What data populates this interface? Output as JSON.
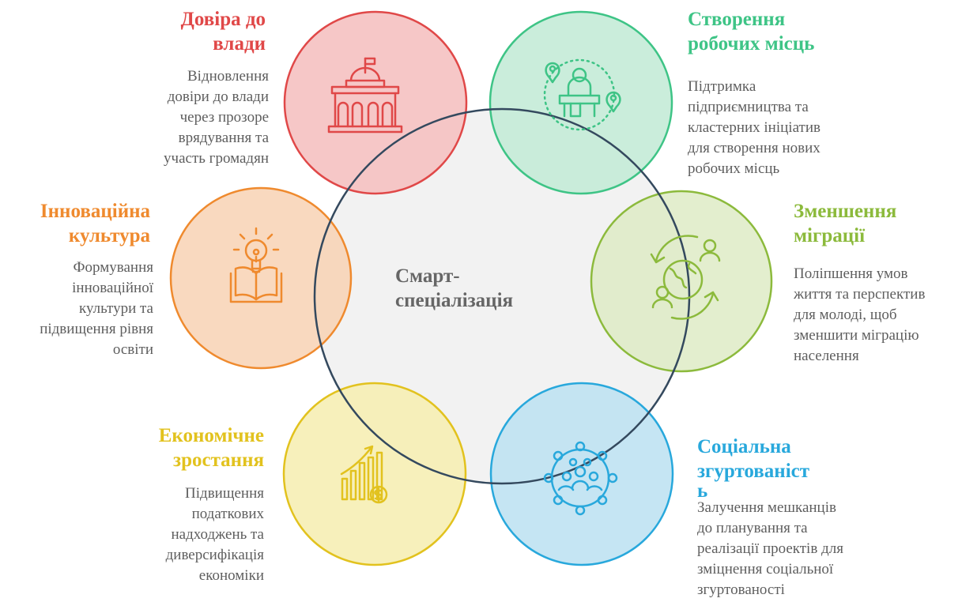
{
  "center": {
    "label_line1": "Смарт-",
    "label_line2": "спеціалізація",
    "stroke": "#34495e",
    "fill": "#f2f2f2"
  },
  "nodes": [
    {
      "id": "trust",
      "icon": "parliament-building-icon",
      "color": "#e04848",
      "fill": "#f5c2c2",
      "title_lines": [
        "Довіра до",
        "влади"
      ],
      "desc_lines": [
        "Відновлення",
        "довіри до влади",
        "через прозоре",
        "врядування та",
        "участь громадян"
      ]
    },
    {
      "id": "jobs",
      "icon": "workplace-location-icon",
      "color": "#3ec486",
      "fill": "#c6ebd8",
      "title_lines": [
        "Створення",
        "робочих місць"
      ],
      "desc_lines": [
        "Підтримка",
        "підприємництва та",
        "кластерних ініціатив",
        "для створення нових",
        "робочих місць"
      ]
    },
    {
      "id": "innovation",
      "icon": "lightbulb-book-icon",
      "color": "#ef8a2e",
      "fill": "#f8d2b4",
      "title_lines": [
        "Інноваційна",
        "культура"
      ],
      "desc_lines": [
        "Формування",
        "інноваційної",
        "культури та",
        "підвищення рівня",
        "освіти"
      ]
    },
    {
      "id": "migration",
      "icon": "globe-people-cycle-icon",
      "color": "#8cba3c",
      "fill": "#deebc6",
      "title_lines": [
        "Зменшення",
        "міграції"
      ],
      "desc_lines": [
        "Поліпшення умов",
        "життя та перспектив",
        "для молоді, щоб",
        "зменшити міграцію",
        "населення"
      ]
    },
    {
      "id": "economy",
      "icon": "growth-chart-coin-icon",
      "color": "#e2c21e",
      "fill": "#f6eeb4",
      "title_lines": [
        "Економічне",
        "зростання"
      ],
      "desc_lines": [
        "Підвищення",
        "податкових",
        "надходжень та",
        "диверсифікація",
        "економіки"
      ]
    },
    {
      "id": "cohesion",
      "icon": "community-network-icon",
      "color": "#28a8dc",
      "fill": "#bfe2f2",
      "title_lines": [
        "Соціальна",
        "згуртованіст",
        "ь"
      ],
      "desc_lines": [
        "Залучення мешканців",
        "до планування та",
        "реалізації проектів для",
        "зміцнення соціальної",
        "згуртованості"
      ]
    }
  ]
}
